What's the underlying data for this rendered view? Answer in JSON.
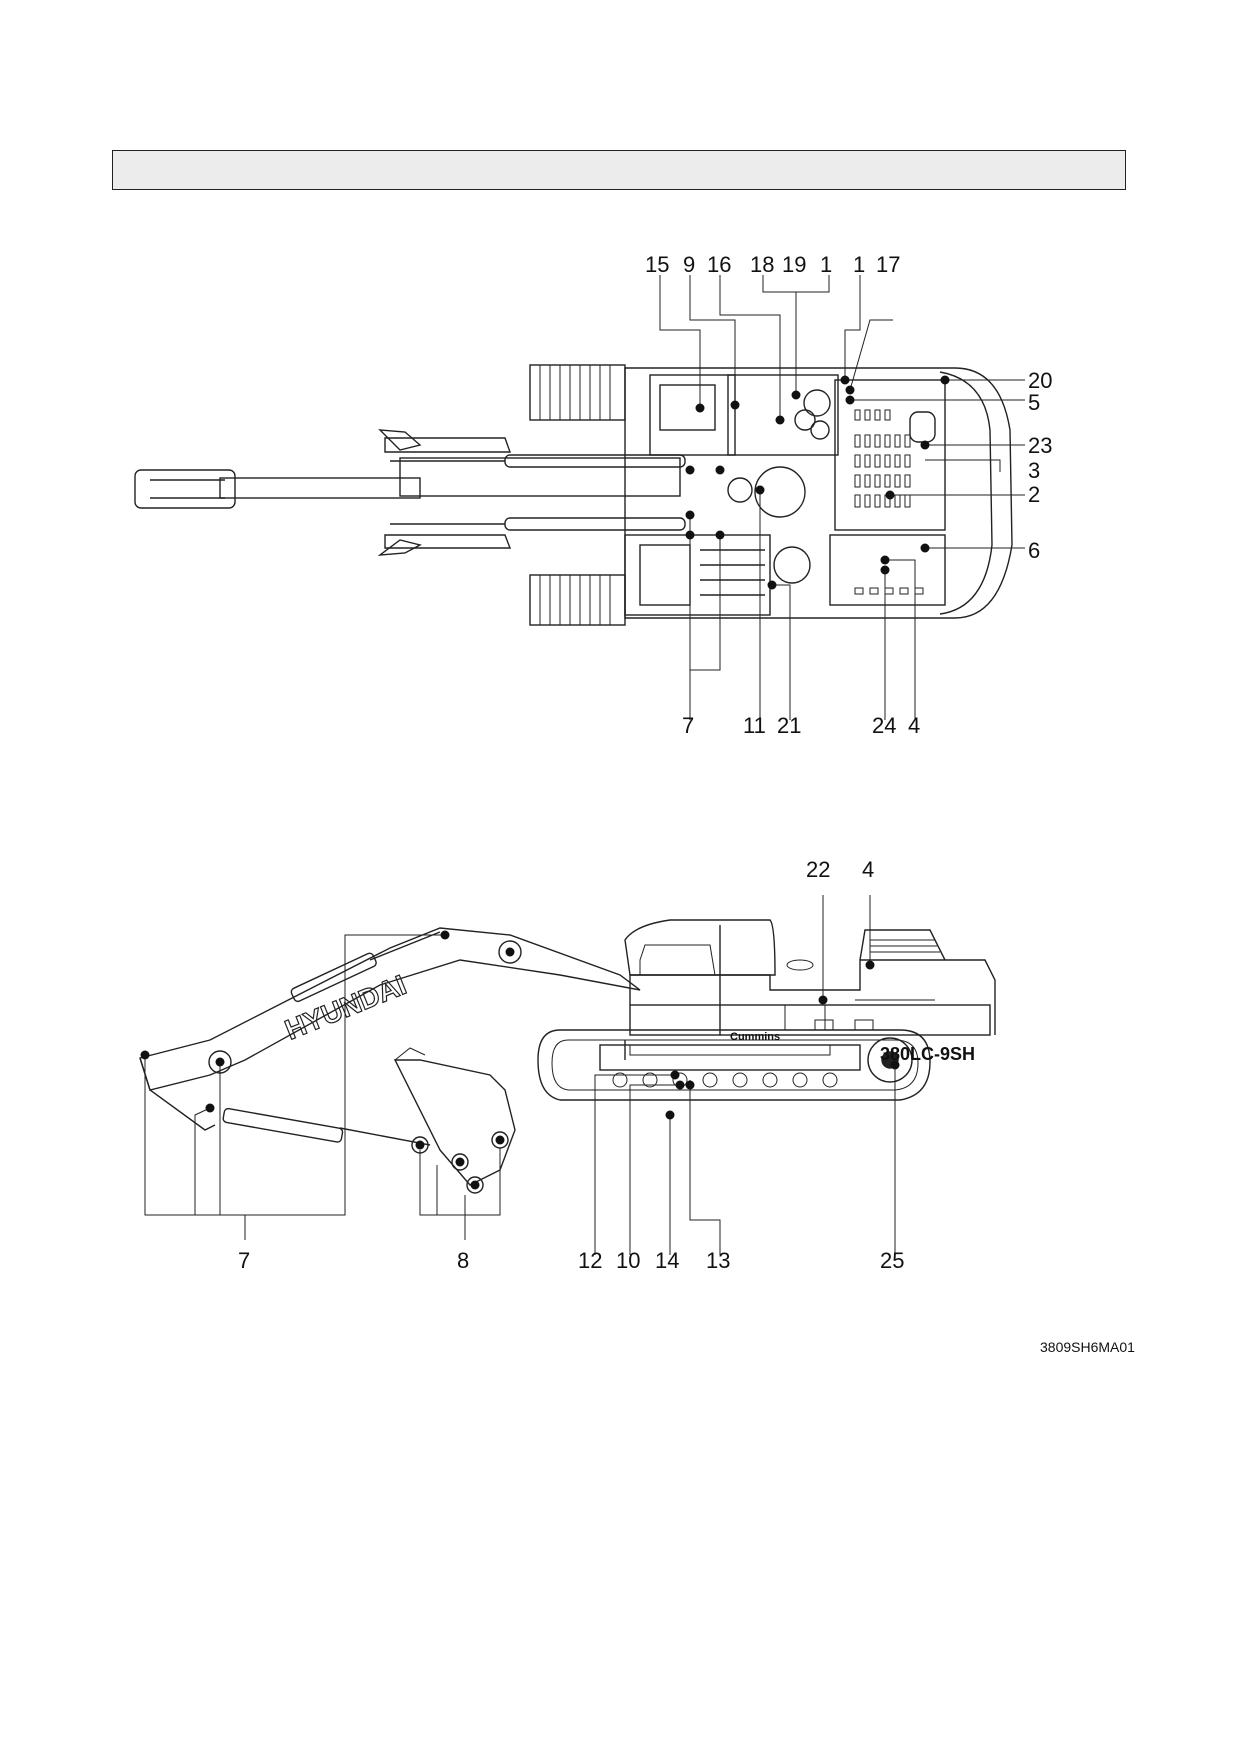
{
  "top_view": {
    "callouts_top": [
      "15",
      "9",
      "16",
      "18",
      "19",
      "1",
      "1",
      "17"
    ],
    "callouts_right": [
      "20",
      "5",
      "23",
      "3",
      "2",
      "6"
    ],
    "callouts_bottom": [
      "7",
      "11",
      "21",
      "24",
      "4"
    ]
  },
  "side_view": {
    "callouts_top": [
      "22",
      "4"
    ],
    "callouts_bottom": [
      "7",
      "8",
      "12",
      "10",
      "14",
      "13",
      "25"
    ],
    "boom_brand": "HYUNDAI",
    "model_label": "380LC-9SH",
    "engine_badge": "Cummins"
  },
  "figure_code": "3809SH6MA01"
}
